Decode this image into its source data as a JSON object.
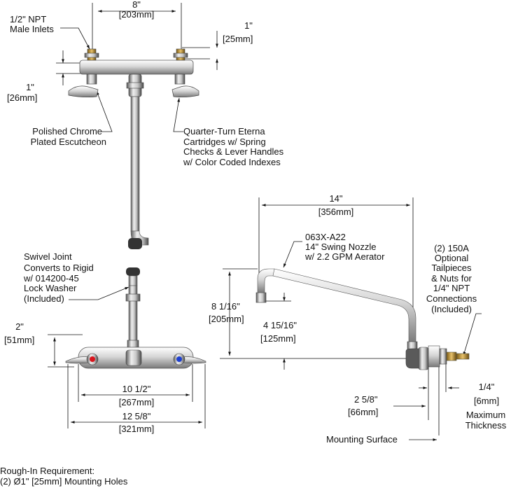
{
  "top_view": {
    "width_in": "8\"",
    "width_mm": "[203mm]",
    "inlets_in": "1/2\" NPT",
    "inlets_desc": "Male Inlets",
    "cartridge_offset_in": "1\"",
    "cartridge_offset_mm": "[25mm]",
    "escutcheon_height_in": "1\"",
    "escutcheon_height_mm": "[26mm]",
    "escutcheon_l1": "Polished Chrome",
    "escutcheon_l2": "Plated Escutcheon",
    "cartridge_l1": "Quarter-Turn Eterna",
    "cartridge_l2": "Cartridges w/ Spring",
    "cartridge_l3": "Checks & Lever Handles",
    "cartridge_l4": "w/ Color Coded Indexes"
  },
  "front_view": {
    "swivel_l1": "Swivel Joint",
    "swivel_l2": "Converts to Rigid",
    "swivel_l3": "w/ 014200-45",
    "swivel_l4": "Lock Washer",
    "swivel_l5": "(Included)",
    "height_in": "2\"",
    "height_mm": "[51mm]",
    "centers_in": "10 1/2\"",
    "centers_mm": "[267mm]",
    "overall_in": "12 5/8\"",
    "overall_mm": "[321mm]"
  },
  "side_view": {
    "reach_in": "14\"",
    "reach_mm": "[356mm]",
    "nozzle_model": "063X-A22",
    "nozzle_desc": "14\" Swing Nozzle",
    "nozzle_aerator": "w/ 2.2 GPM Aerator",
    "spout_height_in": "8 1/16\"",
    "spout_height_mm": "[205mm]",
    "outlet_height_in": "4 15/16\"",
    "outlet_height_mm": "[125mm]",
    "tailpiece_l1": "(2) 150A",
    "tailpiece_l2": "Optional",
    "tailpiece_l3": "Tailpieces",
    "tailpiece_l4": "& Nuts for",
    "tailpiece_l5": "1/4\" NPT",
    "tailpiece_l6": "Connections",
    "tailpiece_l7": "(Included)",
    "wall_offset_in": "2 5/8\"",
    "wall_offset_mm": "[66mm]",
    "max_thickness_in": "1/4\"",
    "max_thickness_mm": "[6mm]",
    "max_thickness_l1": "Maximum",
    "max_thickness_l2": "Thickness",
    "mounting_surface": "Mounting Surface"
  },
  "rough_in": {
    "title": "Rough-In Requirement:",
    "detail": "(2) Ø1\" [25mm] Mounting Holes"
  },
  "colors": {
    "hot_index": "#d8141c",
    "cold_index": "#1d3fd0",
    "chrome_light": "#f2f2f2",
    "chrome_mid": "#b4b4b4",
    "chrome_dark": "#4a4a4a",
    "brass": "#c59a3c"
  }
}
